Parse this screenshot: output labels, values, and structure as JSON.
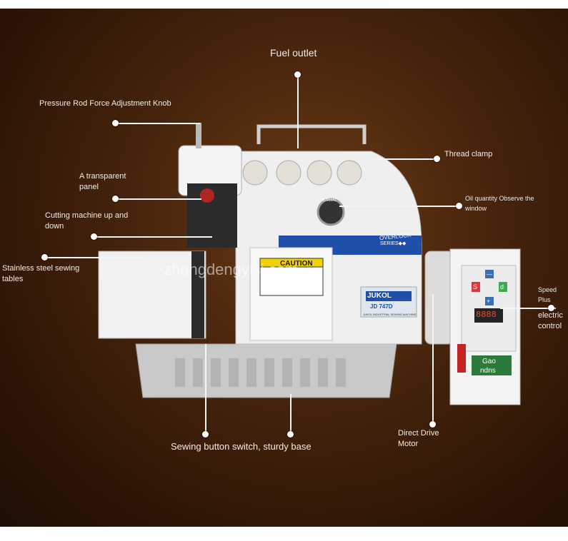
{
  "labels": {
    "fuel_outlet": "Fuel outlet",
    "pressure_rod": "Pressure Rod Force Adjustment Knob",
    "transparent_panel": "A transparent\npanel",
    "cutting_machine": "Cutting machine up and\ndown",
    "stainless_table": "Stainless steel sewing\ntables",
    "thread_clamp": "Thread clamp",
    "oil_window": "Oil quantity Observe the\nwindow",
    "speed_plus": "Speed\nPlus",
    "electric_control": "electric\ncontrol",
    "direct_drive": "Direct Drive\nMotor",
    "sewing_button": "Sewing button switch, sturdy base"
  },
  "watermark": "zhongdengyisi.com",
  "machine_text": {
    "overlock": "OVERLOCK",
    "series": "SERIES◆◆",
    "caution": "CAUTION",
    "brand": "JUKOL",
    "model": "JD 747D",
    "subtitle": "JUKOL INDUSTRIAL SEWING MACHINE",
    "normal": "NORMAL",
    "display": "8888",
    "motor_brand": "Gao",
    "motor_brand2": "ndns",
    "btn_s": "S",
    "btn_d": "d",
    "btn_plus": "+",
    "btn_minus": "—"
  },
  "colors": {
    "background": "#3b1d08",
    "machine_body": "#eeeeee",
    "panel_blue": "#1f4fa8",
    "caution_yellow": "#f2d200"
  }
}
